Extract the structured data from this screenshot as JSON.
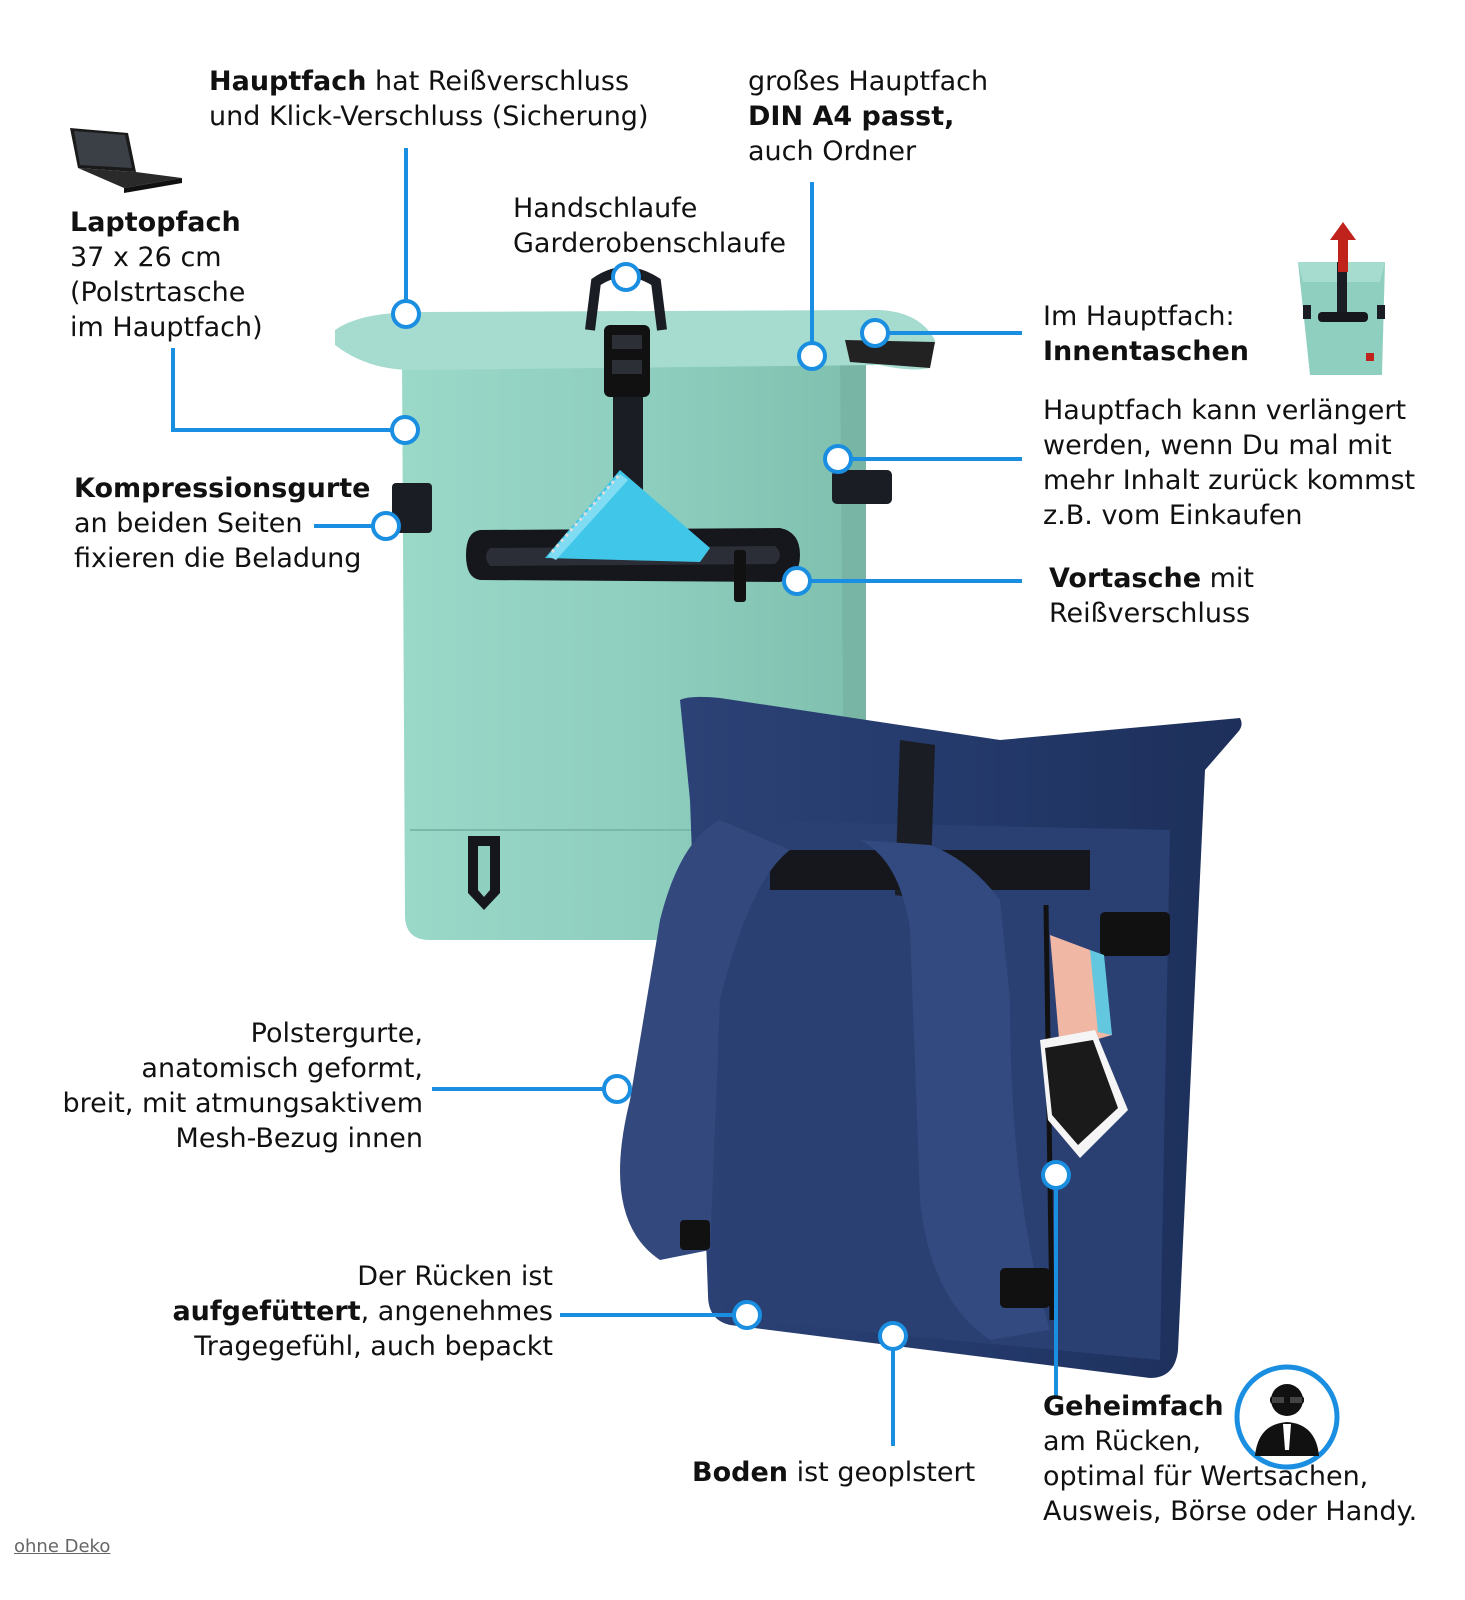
{
  "colors": {
    "callout": "#1a8ee0",
    "mint": "#8fcfbf",
    "navy": "#233766",
    "strap": "#1b1d24",
    "arrow": "#c0221c"
  },
  "icons": [
    "laptop-icon",
    "arrow-up-icon",
    "secret-agent-icon"
  ],
  "labels": {
    "hauptfach": {
      "bold": "Hauptfach",
      "rest1": " hat Reißverschluss",
      "line2": "und Klick-Verschluss (Sicherung)"
    },
    "gross": {
      "line1": "großes Hauptfach",
      "bold": "DIN A4 passt,",
      "line3": "auch Ordner"
    },
    "laptop": {
      "bold": "Laptopfach",
      "line2": "37 x 26 cm",
      "line3": "(Polstrtasche",
      "line4": "im Hauptfach)"
    },
    "handschlaufe": {
      "line1": "Handschlaufe",
      "line2": "Garderobenschlaufe"
    },
    "innentaschen": {
      "line1": "Im Hauptfach:",
      "bold": "Innentaschen"
    },
    "verlaengert": {
      "line1": "Hauptfach kann verlängert",
      "line2": "werden, wenn Du mal mit",
      "line3": "mehr Inhalt zurück kommst",
      "line4": "z.B. vom Einkaufen"
    },
    "kompression": {
      "bold": "Kompressionsgurte",
      "line2": "an beiden Seiten",
      "line3": "fixieren die Beladung"
    },
    "vortasche": {
      "bold": "Vortasche",
      "rest1": " mit",
      "line2": "Reißverschluss"
    },
    "polster": {
      "line1": "Polstergurte,",
      "line2": "anatomisch geformt,",
      "line3": "breit, mit atmungsaktivem",
      "line4": "Mesh-Bezug innen"
    },
    "ruecken": {
      "line1": "Der Rücken ist",
      "bold": "aufgefüttert",
      "rest2": ", angenehmes",
      "line3": "Tragegefühl, auch bepackt"
    },
    "boden": {
      "bold": "Boden",
      "rest": " ist geoplstert"
    },
    "geheim": {
      "bold": "Geheimfach",
      "line2": "am Rücken,",
      "line3": "optimal für Wertsachen,",
      "line4": "Ausweis, Börse oder Handy."
    }
  },
  "footer": "ohne Deko"
}
